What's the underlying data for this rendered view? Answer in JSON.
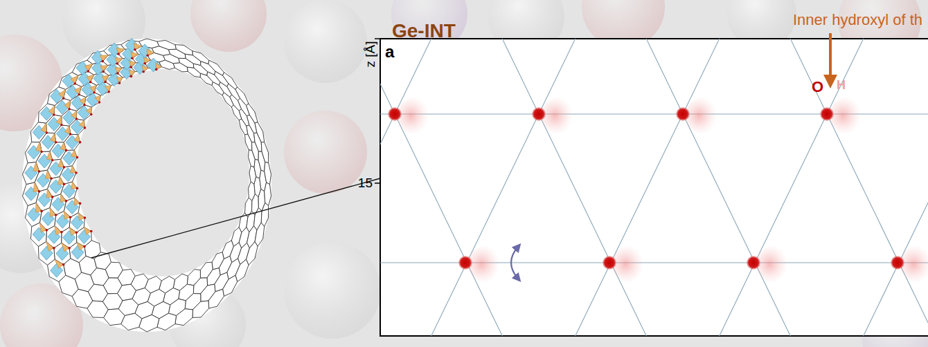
{
  "diagram": {
    "title": "Ge-INT",
    "labels": [
      "Inner hydroxyl of th",
      "a",
      "z [Å]",
      "15",
      "O",
      "H"
    ]
  }
}
